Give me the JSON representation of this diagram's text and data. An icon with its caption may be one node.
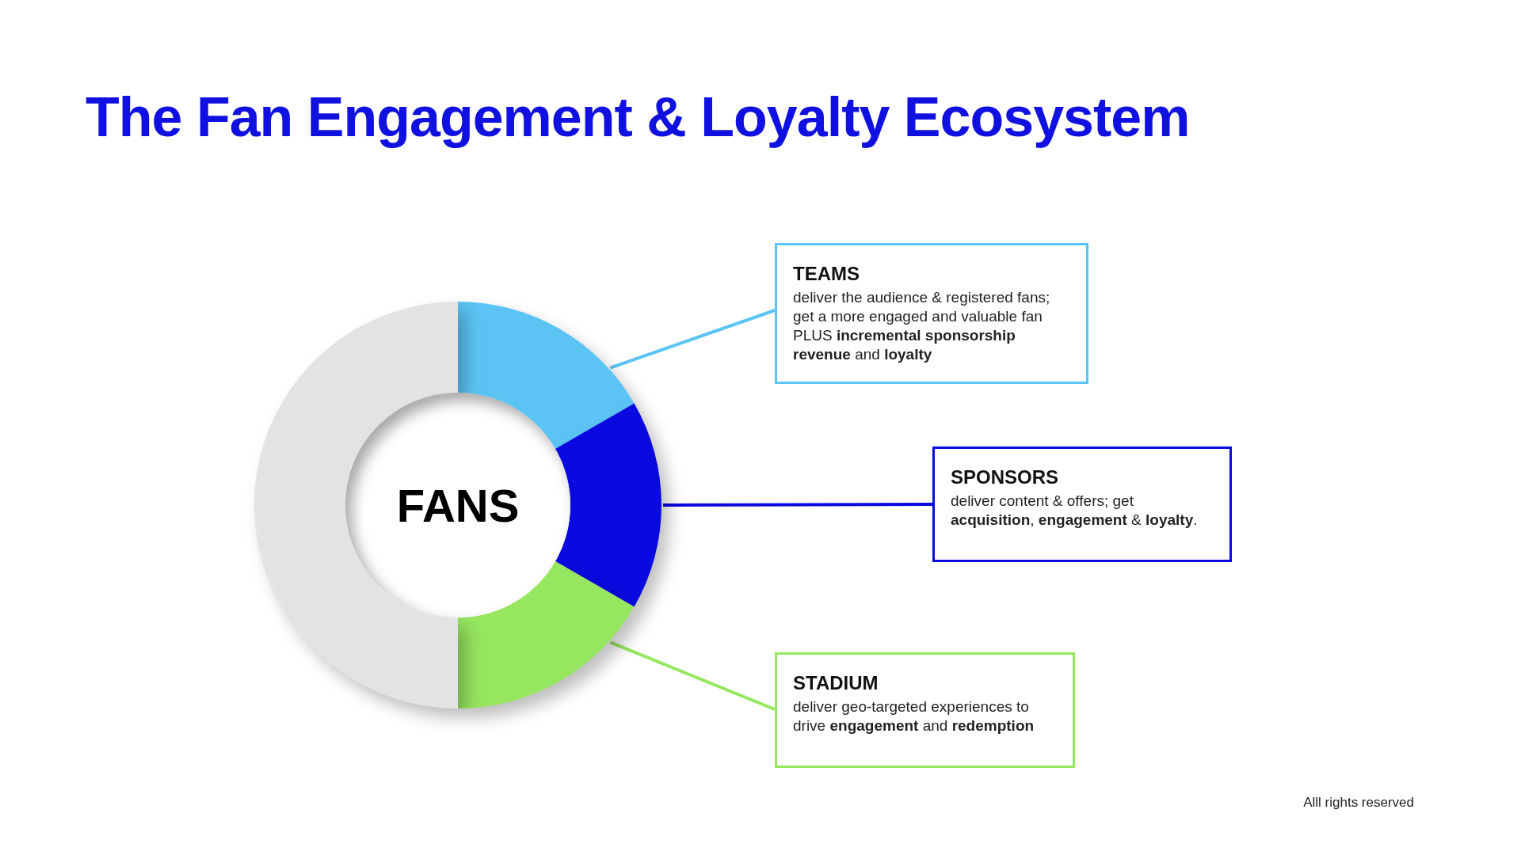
{
  "diagram": {
    "title": "The Fan Engagement & Loyalty Ecosystem",
    "nodes": [
      {
        "text": [
          "FANS"
        ]
      },
      {
        "text": [
          "TEAMS",
          "deliver the audience & registered fans; get a more engaged and valuable fan PLUS **incremental sponsorship revenue** and **loyalty**"
        ]
      },
      {
        "text": [
          "SPONSORS",
          "deliver content & offers; get **acquisition**, **engagement** & **loyalty**."
        ]
      },
      {
        "text": [
          "STADIUM",
          "deliver geo-targeted experiences to drive **engagement** and **redemption**"
        ]
      },
      {
        "text": [],
        "shape": "arc"
      },
      {
        "text": [],
        "shape": "arc"
      },
      {
        "text": [],
        "shape": "arc"
      },
      {
        "text": [],
        "shape": "arc"
      }
    ],
    "edges": [
      {
        "from": 1,
        "to": 4,
        "arrow": "none",
        "color": "#5bc4f5"
      },
      {
        "from": 2,
        "to": 5,
        "arrow": "none",
        "color": "#0a0ae0"
      },
      {
        "from": 3,
        "to": 6,
        "arrow": "none",
        "color": "#96e660"
      }
    ],
    "labels": [
      "Alll rights reserved"
    ]
  }
}
